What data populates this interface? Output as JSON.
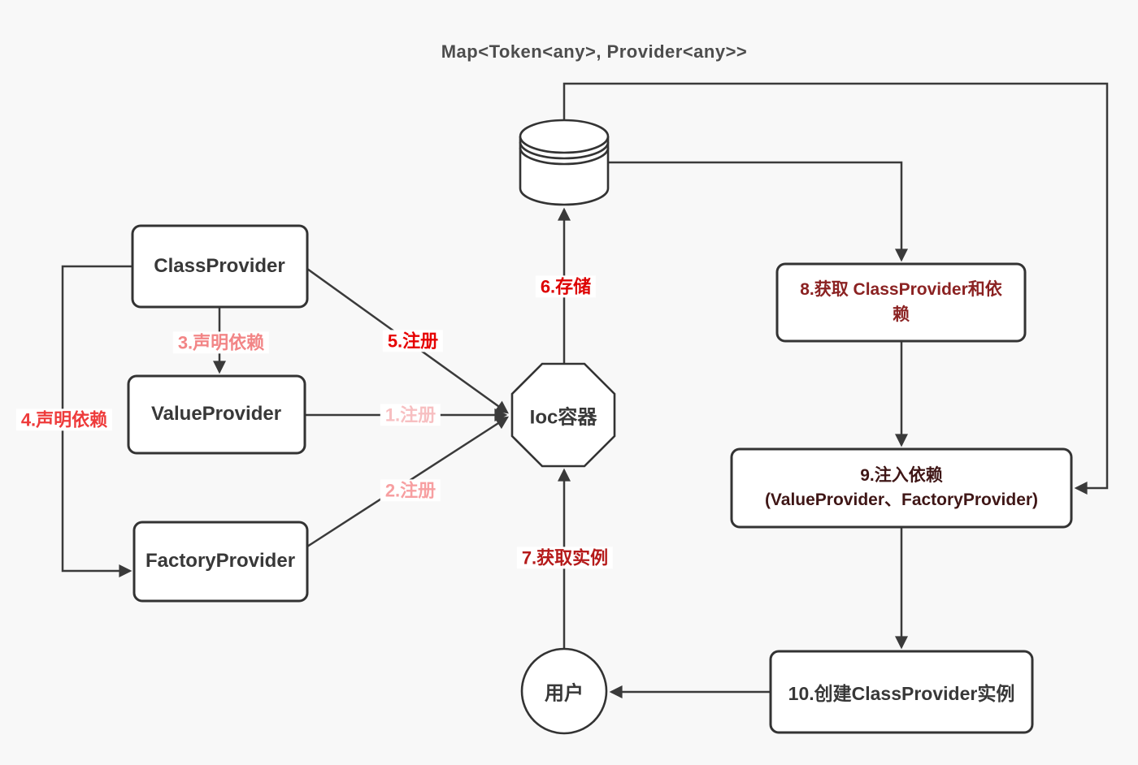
{
  "title": "Map<Token<any>, Provider<any>>",
  "nodes": {
    "class_provider": {
      "label": "ClassProvider"
    },
    "value_provider": {
      "label": "ValueProvider"
    },
    "factory_provider": {
      "label": "FactoryProvider"
    },
    "ioc_container": {
      "label": "Ioc容器"
    },
    "user": {
      "label": "用户"
    },
    "step8": {
      "label": "8.获取 ClassProvider和依赖",
      "text_color": "#8b2222"
    },
    "step9": {
      "line1": "9.注入依赖",
      "line2": "(ValueProvider、FactoryProvider)",
      "text_color": "#3f1616"
    },
    "step10": {
      "label": "10.创建ClassProvider实例",
      "text_color": "#383838"
    }
  },
  "edge_labels": {
    "register_1": {
      "text": "1.注册",
      "color": "#f7bfc1"
    },
    "register_2": {
      "text": "2.注册",
      "color": "#f79fa1"
    },
    "declare_3": {
      "text": "3.声明依赖",
      "color": "#f28586"
    },
    "declare_4": {
      "text": "4.声明依赖",
      "color": "#ee3b3b"
    },
    "register_5": {
      "text": "5.注册",
      "color": "#e60202"
    },
    "store_6": {
      "text": "6.存储",
      "color": "#dd0000"
    },
    "get_instance_7": {
      "text": "7.获取实例",
      "color": "#b51a1a"
    }
  },
  "colors": {
    "background": "#f8f8f8",
    "stroke": "#3a3a3a",
    "node_fill": "#ffffff",
    "node_text": "#383838",
    "title_text": "#4d4d4d"
  }
}
